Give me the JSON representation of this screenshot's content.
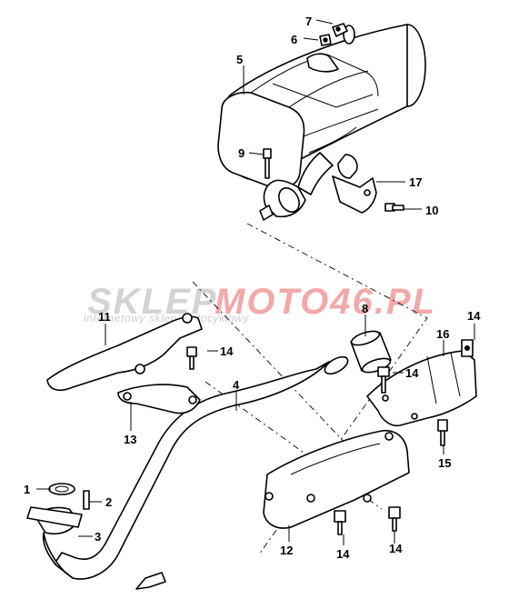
{
  "watermark": {
    "brand_left": "SKLEP",
    "brand_right": "MOTO46.PL",
    "tagline": "internetowy sklep motocyklowy",
    "colors": {
      "left": "#cfcfcf",
      "right": "#f2a0a0"
    }
  },
  "callouts": [
    "7",
    "6",
    "5",
    "9",
    "17",
    "10",
    "11",
    "8",
    "14",
    "16",
    "14",
    "14",
    "4",
    "13",
    "15",
    "1",
    "2",
    "3",
    "12",
    "14",
    "14"
  ],
  "icons": {
    "front_arrow": "front-arrow-icon"
  }
}
